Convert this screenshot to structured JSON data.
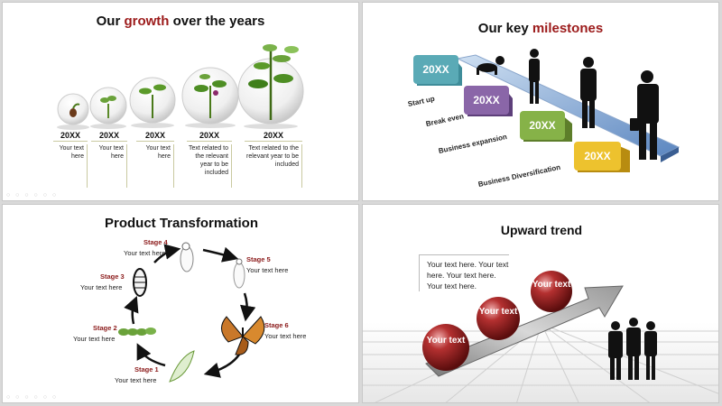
{
  "slides": {
    "growth": {
      "title_part1": "Our ",
      "title_accent": "growth",
      "title_part2": " over the years",
      "columns": [
        {
          "year": "20XX",
          "text": "Your text here"
        },
        {
          "year": "20XX",
          "text": "Your text here"
        },
        {
          "year": "20XX",
          "text": "Your text here"
        },
        {
          "year": "20XX",
          "text": "Text related to the relevant year to be included"
        },
        {
          "year": "20XX",
          "text": "Text related to the relevant year to be included"
        }
      ]
    },
    "milestones": {
      "title_part1": "Our key ",
      "title_accent": "milestones",
      "items": [
        {
          "year": "20XX",
          "label": "Start up",
          "color": "#4a9aa6"
        },
        {
          "year": "20XX",
          "label": "Break even",
          "color": "#7d5a9a"
        },
        {
          "year": "20XX",
          "label": "Business expansion",
          "color": "#7aa23c"
        },
        {
          "year": "20XX",
          "label": "Business Diversification",
          "color": "#e0b21c"
        }
      ]
    },
    "transformation": {
      "title": "Product Transformation",
      "stages": [
        {
          "name": "Stage 1",
          "text": "Your text here"
        },
        {
          "name": "Stage 2",
          "text": "Your text here"
        },
        {
          "name": "Stage 3",
          "text": "Your text here"
        },
        {
          "name": "Stage 4",
          "text": "Your text here"
        },
        {
          "name": "Stage 5",
          "text": "Your text here"
        },
        {
          "name": "Stage 6",
          "text": "Your text here"
        }
      ]
    },
    "trend": {
      "title": "Upward trend",
      "box_text": "Your text here. Your text here. Your text here. Your text here.",
      "balls": [
        "Your text",
        "Your text",
        "Your text"
      ]
    }
  },
  "colors": {
    "accent": "#9c1b1b",
    "ball": "#8b1a1a"
  }
}
